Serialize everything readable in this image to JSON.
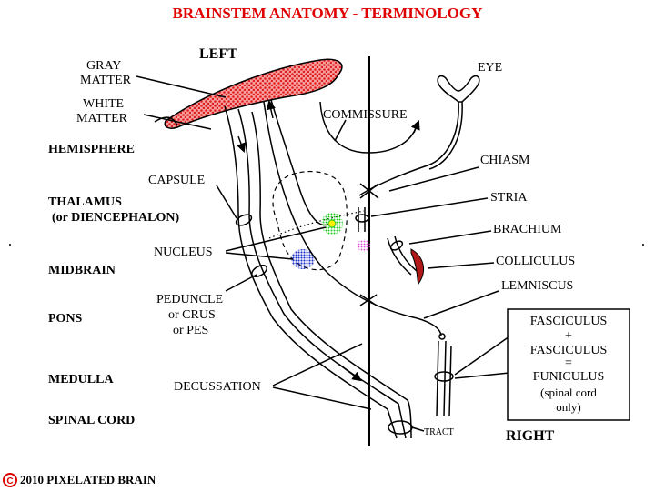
{
  "title": "BRAINSTEM ANATOMY - TERMINOLOGY",
  "sides": {
    "left": "LEFT",
    "right": "RIGHT"
  },
  "levels": {
    "hemisphere": "HEMISPHERE",
    "thalamus": "THALAMUS",
    "thalamus_alt": "(or DIENCEPHALON)",
    "midbrain": "MIDBRAIN",
    "pons": "PONS",
    "medulla": "MEDULLA",
    "spinal_cord": "SPINAL CORD"
  },
  "labels": {
    "gray_matter_1": "GRAY",
    "gray_matter_2": "MATTER",
    "white_matter_1": "WHITE",
    "white_matter_2": "MATTER",
    "capsule": "CAPSULE",
    "nucleus": "NUCLEUS",
    "peduncle_1": "PEDUNCLE",
    "peduncle_2": "or CRUS",
    "peduncle_3": "or PES",
    "decussation": "DECUSSATION",
    "tract": "TRACT",
    "eye": "EYE",
    "commissure": "COMMISSURE",
    "chiasm": "CHIASM",
    "stria": "STRIA",
    "brachium": "BRACHIUM",
    "colliculus": "COLLICULUS",
    "lemniscus": "LEMNISCUS"
  },
  "fasciculus_box": {
    "line1": "FASCICULUS",
    "line2": "+",
    "line3": "FASCICULUS",
    "line4": "=",
    "line5": "FUNICULUS",
    "line6": "(spinal cord",
    "line7": "only)"
  },
  "footer": {
    "copyright_symbol": "C",
    "text": "2010  PIXELATED BRAIN"
  },
  "colors": {
    "title": "#e00000",
    "gray_matter": "#e03030",
    "nucleus_green": "#22cc22",
    "nucleus_yellow": "#ffee00",
    "nucleus_blue": "#2233cc",
    "nucleus_pink": "#dd44dd",
    "colliculus": "#b01818",
    "copyright": "#e00000"
  }
}
